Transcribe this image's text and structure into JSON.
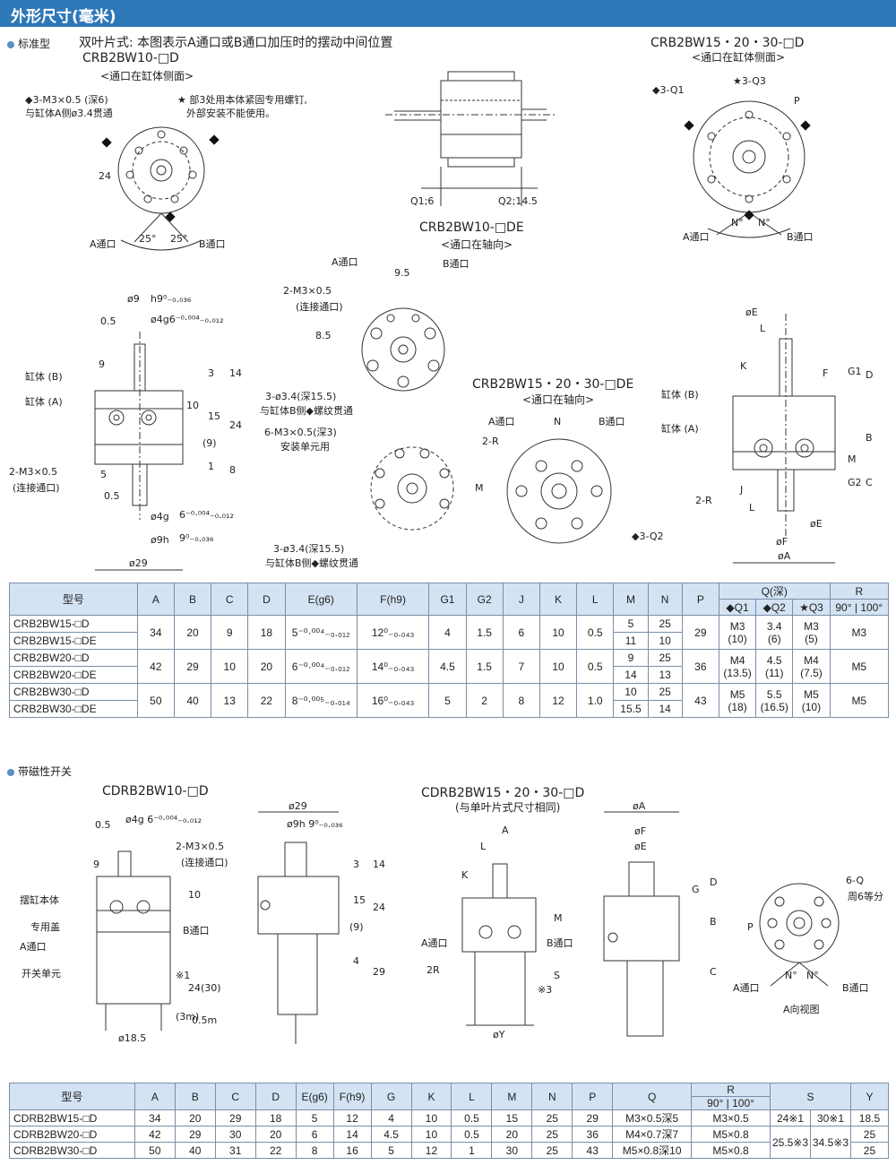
{
  "header": {
    "title": "外形尺寸(毫米)"
  },
  "section1": {
    "label": "标准型",
    "caption": "双叶片式: 本图表示A通口或B通口加压时的摆动中间位置",
    "views": {
      "v1_title": "CRB2BW10-□D",
      "v1_sub": "<通口在缸体侧面>",
      "v2_title": "CRB2BW10-□DE",
      "v2_sub": "<通口在轴向>",
      "v3_title": "CRB2BW15・20・30-□D",
      "v3_sub": "<通口在缸体侧面>",
      "v4_title": "CRB2BW15・20・30-□DE",
      "v4_sub": "<通口在轴向>"
    },
    "notes": {
      "n1": "◆3-M3×0.5 (深6)",
      "n2": "与缸体A侧ø3.4贯通",
      "n3": "★ 部3处用本体紧固专用螺钉,",
      "n4": "外部安装不能使用。",
      "n5": "2-M3×0.5",
      "n6": "(连接通口)",
      "n7": "3-ø3.4(深15.5)",
      "n8": "与缸体B侧◆螺纹贯通",
      "n9": "6-M3×0.5(深3)",
      "n10": "安装单元用",
      "n11": "3-ø3.4(深15.5)",
      "n12": "与缸体B侧◆螺纹贯通",
      "n13": "2-M3×0.5",
      "n14": "(连接通口)"
    },
    "labels": {
      "a_port": "A通口",
      "b_port": "B通口",
      "deg25": "25°",
      "dim24": "24",
      "q1": "◆3-Q1",
      "q3": "★3-Q3",
      "p": "P",
      "n": "N°",
      "q16": "Q1;6",
      "q2145": "Q2;14.5",
      "cyl_b": "缸体 (B)",
      "cyl_a": "缸体 (A)",
      "phi9": "ø9",
      "h9": "h9⁰₋₀.₀₃₆",
      "d05": "0.5",
      "phi4g6": "ø4g6⁻⁰·⁰⁰⁴₋₀.₀₁₂",
      "d9": "9",
      "d3": "3",
      "d14": "14",
      "d10": "10",
      "d15": "15",
      "d24": "24",
      "dp9": "(9)",
      "d1": "1",
      "d8": "8",
      "d5": "5",
      "phi4g": "ø4g",
      "g6": "6⁻⁰·⁰⁰⁴₋₀.₀₁₂",
      "phi9h": "ø9h",
      "h9b": "9⁰₋₀.₀₃₆",
      "phi29": "ø29",
      "d95": "9.5",
      "d85": "8.5",
      "two_r": "2-R",
      "m": "M",
      "nn": "N",
      "q2": "◆3-Q2",
      "phiE": "øE",
      "L": "L",
      "K": "K",
      "F": "F",
      "G1": "G1",
      "D": "D",
      "B": "B",
      "C": "C",
      "G2": "G2",
      "J": "J",
      "phiF": "øF",
      "phiA": "øA"
    }
  },
  "table1": {
    "headers": [
      "型号",
      "A",
      "B",
      "C",
      "D",
      "E(g6)",
      "F(h9)",
      "G1",
      "G2",
      "J",
      "K",
      "L",
      "M",
      "N",
      "P",
      "Q(深)",
      "R"
    ],
    "q_sub": [
      "◆Q1",
      "◆Q2",
      "★Q3"
    ],
    "r_sub": [
      "90°",
      "100°"
    ],
    "rows": [
      {
        "m1": "CRB2BW15-□D",
        "m2": "CRB2BW15-□DE",
        "A": "34",
        "B": "20",
        "C": "9",
        "D": "18",
        "E": "5⁻⁰·⁰⁰⁴₋₀.₀₁₂",
        "F": "12⁰₋₀.₀₄₃",
        "G1": "4",
        "G2": "1.5",
        "J": "6",
        "K": "10",
        "L": "0.5",
        "M1": "5",
        "M2": "11",
        "N1": "25",
        "N2": "10",
        "P": "29",
        "Q1": "M3",
        "Q1s": "(10)",
        "Q2": "3.4",
        "Q2s": "(6)",
        "Q3": "M3",
        "Q3s": "(5)",
        "R": "M3"
      },
      {
        "m1": "CRB2BW20-□D",
        "m2": "CRB2BW20-□DE",
        "A": "42",
        "B": "29",
        "C": "10",
        "D": "20",
        "E": "6⁻⁰·⁰⁰⁴₋₀.₀₁₂",
        "F": "14⁰₋₀.₀₄₃",
        "G1": "4.5",
        "G2": "1.5",
        "J": "7",
        "K": "10",
        "L": "0.5",
        "M1": "9",
        "M2": "14",
        "N1": "25",
        "N2": "13",
        "P": "36",
        "Q1": "M4",
        "Q1s": "(13.5)",
        "Q2": "4.5",
        "Q2s": "(11)",
        "Q3": "M4",
        "Q3s": "(7.5)",
        "R": "M5"
      },
      {
        "m1": "CRB2BW30-□D",
        "m2": "CRB2BW30-□DE",
        "A": "50",
        "B": "40",
        "C": "13",
        "D": "22",
        "E": "8⁻⁰·⁰⁰⁵₋₀.₀₁₄",
        "F": "16⁰₋₀.₀₄₃",
        "G1": "5",
        "G2": "2",
        "J": "8",
        "K": "12",
        "L": "1.0",
        "M1": "10",
        "M2": "15.5",
        "N1": "25",
        "N2": "14",
        "P": "43",
        "Q1": "M5",
        "Q1s": "(18)",
        "Q2": "5.5",
        "Q2s": "(16.5)",
        "Q3": "M5",
        "Q3s": "(10)",
        "R": "M5"
      }
    ]
  },
  "section2": {
    "label": "带磁性开关",
    "v1_title": "CDRB2BW10-□D",
    "v2_title": "CDRB2BW15・20・30-□D",
    "v2_sub": "(与单叶片式尺寸相同)",
    "labels": {
      "body": "摆缸本体",
      "cover": "专用盖",
      "a_port": "A通口",
      "b_port": "B通口",
      "sw_unit": "开关单元",
      "m3": "2-M3×0.5",
      "m3b": "(连接通口)",
      "phi4g": "ø4g 6⁻⁰·⁰⁰⁴₋₀.₀₁₂",
      "d05": "0.5",
      "phi185": "ø18.5",
      "phi29": "ø29",
      "phi9h": "ø9h 9⁰₋₀.₀₃₆",
      "d9": "9",
      "d10": "10",
      "d1": "※1",
      "d2430": "24(30)",
      "d3m": "(3m)",
      "d05m": "0.5m",
      "d3": "3",
      "d14": "14",
      "d15": "15",
      "d24": "24",
      "dp9": "(9)",
      "d4": "4",
      "d29": "29",
      "A": "A",
      "L": "L",
      "K": "K",
      "M": "M",
      "S": "S",
      "r3": "※3",
      "two_r": "2R",
      "phiY": "øY",
      "phiA": "øA",
      "phiF": "øF",
      "phiE": "øE",
      "G": "G",
      "D": "D",
      "B": "B",
      "C": "C",
      "q6": "6-Q",
      "q6b": "周6等分",
      "p": "P",
      "n": "N°",
      "a_view": "A向视图"
    }
  },
  "table2": {
    "headers": [
      "型号",
      "A",
      "B",
      "C",
      "D",
      "E(g6)",
      "F(h9)",
      "G",
      "K",
      "L",
      "M",
      "N",
      "P",
      "Q",
      "R",
      "S",
      "Y"
    ],
    "r_sub": [
      "90°",
      "100°"
    ],
    "rows": [
      {
        "model": "CDRB2BW15-□D",
        "A": "34",
        "B": "20",
        "C": "29",
        "D": "18",
        "E": "5",
        "F": "12",
        "G": "4",
        "K": "10",
        "L": "0.5",
        "M": "15",
        "N": "25",
        "P": "29",
        "Q": "M3×0.5深5",
        "R": "M3×0.5",
        "S": "",
        "Y": "18.5"
      },
      {
        "model": "CDRB2BW20-□D",
        "A": "42",
        "B": "29",
        "C": "30",
        "D": "20",
        "E": "6",
        "F": "14",
        "G": "4.5",
        "K": "10",
        "L": "0.5",
        "M": "20",
        "N": "25",
        "P": "36",
        "Q": "M4×0.7深7",
        "R": "M5×0.8",
        "S": "",
        "Y": "25"
      },
      {
        "model": "CDRB2BW30-□D",
        "A": "50",
        "B": "40",
        "C": "31",
        "D": "22",
        "E": "8",
        "F": "16",
        "G": "5",
        "K": "12",
        "L": "1",
        "M": "30",
        "N": "25",
        "P": "43",
        "Q": "M5×0.8深10",
        "R": "M5×0.8",
        "S": "",
        "Y": "25"
      }
    ],
    "s_vals": {
      "s1a": "24※1",
      "s1b": "30※1",
      "s2a": "25.5※3",
      "s2b": "34.5※3"
    }
  }
}
